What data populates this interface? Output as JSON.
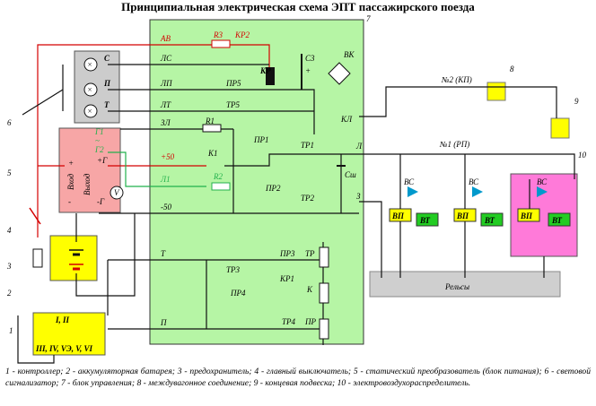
{
  "title": "Принципиальная электрическая схема ЭПТ пассажирского поезда",
  "control_unit_lines": {
    "av": "АВ",
    "ls": "ЛС",
    "lp": "ЛП",
    "lt": "ЛТ",
    "zl": "ЗЛ",
    "p50": "+50",
    "l1": "Л1",
    "m50": "-50",
    "t": "Т",
    "p": "П"
  },
  "control_unit_parts": {
    "r3": "R3",
    "kr2": "КР2",
    "kr": "КР",
    "c3": "С3",
    "plus": "+",
    "vk": "ВК",
    "pr5": "ПР5",
    "tr5": "ТР5",
    "kl": "КЛ",
    "r1": "R1",
    "pr1": "ПР1",
    "tr1": "ТР1",
    "k1": "К1",
    "r2": "R2",
    "pr2": "ПР2",
    "tr2": "ТР2",
    "l": "Л",
    "cs": "Сш",
    "z": "З",
    "pr3": "ПР3",
    "tr": "ТР",
    "tr3": "ТР3",
    "kr1": "КР1",
    "k": "К",
    "pr4": "ПР4",
    "tr4": "ТР4",
    "pr": "ПР"
  },
  "signal_lamps": {
    "s": "С",
    "p": "П",
    "t": "Т"
  },
  "converter": {
    "g1": "Г1",
    "g2": "Г2",
    "tilde": "~",
    "plus_in": "+",
    "plus_g": "+Г",
    "input": "Вход",
    "output": "Выход",
    "minus_in": "-",
    "minus_g": "-Г",
    "voltmeter": "V"
  },
  "controller": {
    "top": "I, II",
    "bottom": "III, IV, VЭ, V, VI"
  },
  "train_line": {
    "n2": "№2 (КП)",
    "n1": "№1 (РП)",
    "rails": "Рельсы",
    "vs": "ВС",
    "vp": "ВП",
    "vt": "ВТ"
  },
  "callouts": [
    "1",
    "2",
    "3",
    "4",
    "5",
    "6",
    "7",
    "8",
    "9",
    "10"
  ],
  "caption": "1 - контроллер; 2 - аккумуляторная батарея; 3 - предохранитель; 4 - главный выключатель; 5 - статический преобразователь (блок питания); 6 - световой сигнализатор; 7 - блок управления; 8 - междувагонное соединение; 9 - концевая подвеска; 10 - электровоздухораспределитель.",
  "colors": {
    "control_unit": "#b6f5a5",
    "lamp_block": "#cccccc",
    "converter": "#f7a6a6",
    "battery_box": "#ffff00",
    "distributor": "#ff7ad9",
    "vp": "#ffff00",
    "vt": "#22cc22",
    "rails": "#cfcfcf",
    "red_wire": "#d40000",
    "green_wire": "#22b14c",
    "diode": "#0099cc"
  }
}
